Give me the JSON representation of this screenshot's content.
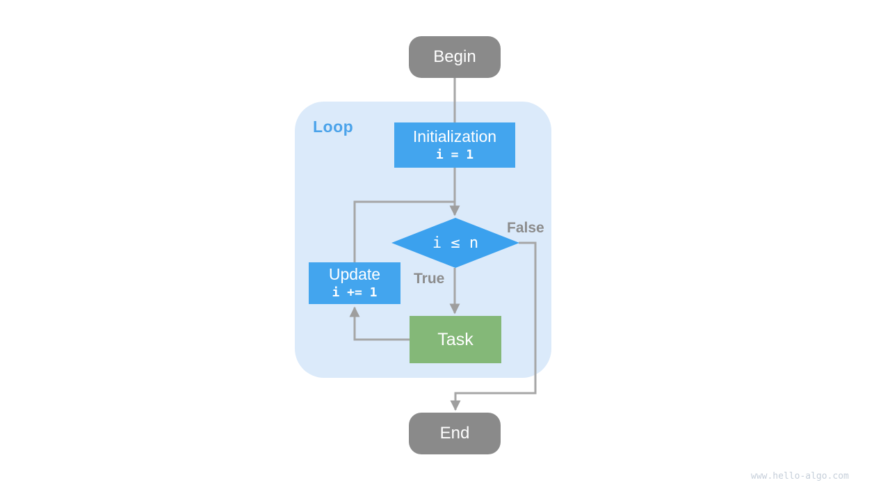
{
  "diagram": {
    "kind": "flowchart",
    "container": {
      "label": "Loop",
      "fill_color": "#dbeafa",
      "label_color": "#4ba3ea"
    },
    "nodes": {
      "begin": {
        "label": "Begin",
        "type": "terminal",
        "color": "#8a8a8a"
      },
      "initialization": {
        "label": "Initialization",
        "code": "i = 1",
        "type": "process",
        "color": "#43a5ee"
      },
      "condition": {
        "label": "i ≤ n",
        "type": "decision",
        "color": "#3ba1ee"
      },
      "task": {
        "label": "Task",
        "type": "process",
        "color": "#84b878"
      },
      "update": {
        "label": "Update",
        "code": "i += 1",
        "type": "process",
        "color": "#43a5ee"
      },
      "end": {
        "label": "End",
        "type": "terminal",
        "color": "#8a8a8a"
      }
    },
    "edge_labels": {
      "true": "True",
      "false": "False"
    },
    "edge_color": "#a6a6a6",
    "text_color_on_nodes": "#ffffff",
    "edge_label_color": "#8c8c8c"
  },
  "watermark": {
    "text": "www.hello-algo.com",
    "color": "#c6cfda"
  }
}
